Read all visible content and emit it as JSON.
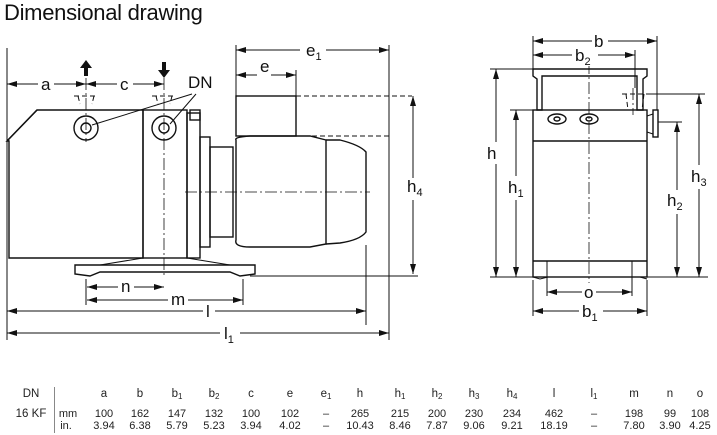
{
  "title": "Dimensional drawing",
  "drawing_labels": {
    "a": "a",
    "c": "c",
    "dn": "DN",
    "e": "e",
    "e1": "e",
    "e1_sub": "1",
    "h4": "h",
    "h4_sub": "4",
    "n": "n",
    "m": "m",
    "l": "l",
    "l1": "l",
    "l1_sub": "1",
    "b": "b",
    "b2": "b",
    "b2_sub": "2",
    "h": "h",
    "h1": "h",
    "h1_sub": "1",
    "h2": "h",
    "h2_sub": "2",
    "h3": "h",
    "h3_sub": "3",
    "o": "o",
    "b1": "b",
    "b1_sub": "1"
  },
  "table": {
    "header_label": "DN",
    "columns": [
      {
        "name": "a",
        "sub": ""
      },
      {
        "name": "b",
        "sub": ""
      },
      {
        "name": "b",
        "sub": "1"
      },
      {
        "name": "b",
        "sub": "2"
      },
      {
        "name": "c",
        "sub": ""
      },
      {
        "name": "e",
        "sub": ""
      },
      {
        "name": "e",
        "sub": "1"
      },
      {
        "name": "h",
        "sub": ""
      },
      {
        "name": "h",
        "sub": "1"
      },
      {
        "name": "h",
        "sub": "2"
      },
      {
        "name": "h",
        "sub": "3"
      },
      {
        "name": "h",
        "sub": "4"
      },
      {
        "name": "l",
        "sub": ""
      },
      {
        "name": "l",
        "sub": "1"
      },
      {
        "name": "m",
        "sub": ""
      },
      {
        "name": "n",
        "sub": ""
      },
      {
        "name": "o",
        "sub": ""
      }
    ],
    "row_label": "16 KF",
    "units": [
      "mm",
      "in."
    ],
    "mm": [
      "100",
      "162",
      "147",
      "132",
      "100",
      "102",
      "–",
      "265",
      "215",
      "200",
      "230",
      "234",
      "462",
      "–",
      "198",
      "99",
      "108"
    ],
    "in": [
      "3.94",
      "6.38",
      "5.79",
      "5.23",
      "3.94",
      "4.02",
      "–",
      "10.43",
      "8.46",
      "7.87",
      "9.06",
      "9.21",
      "18.19",
      "–",
      "7.80",
      "3.90",
      "4.25"
    ]
  }
}
